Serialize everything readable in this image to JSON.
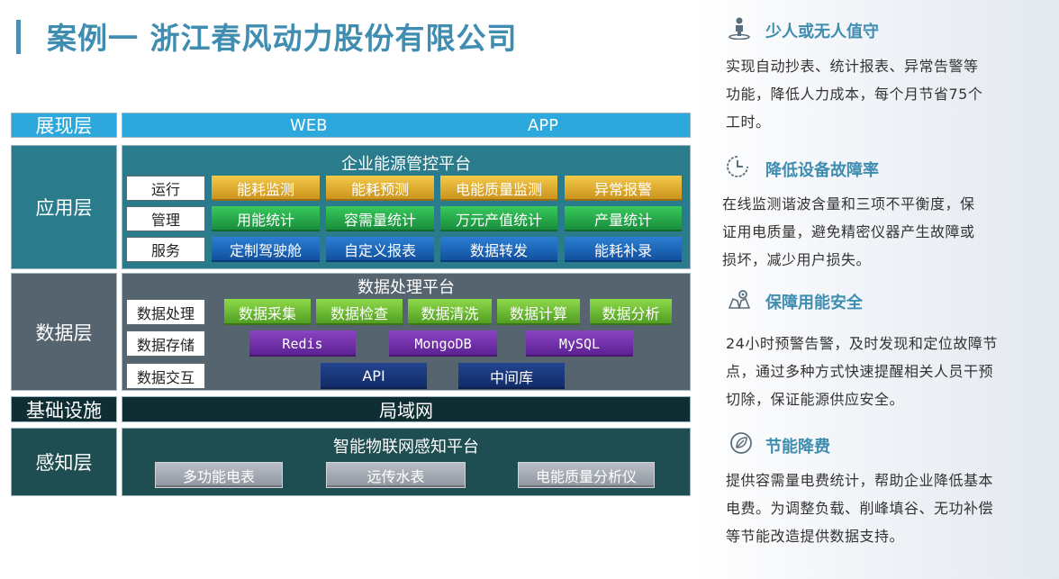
{
  "page": {
    "title": "案例一 浙江春风动力股份有限公司"
  },
  "architecture": {
    "presentation": {
      "label": "展现层",
      "items": [
        "WEB",
        "APP"
      ]
    },
    "application": {
      "label": "应用层",
      "platform": "企业能源管控平台",
      "rows": [
        {
          "label": "运行",
          "buttons": [
            "能耗监测",
            "能耗预测",
            "电能质量监测",
            "异常报警"
          ]
        },
        {
          "label": "管理",
          "buttons": [
            "用能统计",
            "容需量统计",
            "万元产值统计",
            "产量统计"
          ]
        },
        {
          "label": "服务",
          "buttons": [
            "定制驾驶舱",
            "自定义报表",
            "数据转发",
            "能耗补录"
          ]
        }
      ]
    },
    "data": {
      "label": "数据层",
      "platform": "数据处理平台",
      "rows": [
        {
          "label": "数据处理",
          "buttons": [
            "数据采集",
            "数据检查",
            "数据清洗",
            "数据计算",
            "数据分析"
          ]
        },
        {
          "label": "数据存储",
          "buttons": [
            "Redis",
            "MongoDB",
            "MySQL"
          ]
        },
        {
          "label": "数据交互",
          "buttons": [
            "API",
            "中间库"
          ]
        }
      ]
    },
    "infrastructure": {
      "label": "基础设施",
      "network": "局域网"
    },
    "perception": {
      "label": "感知层",
      "platform": "智能物联网感知平台",
      "devices": [
        "多功能电表",
        "远传水表",
        "电能质量分析仪"
      ]
    }
  },
  "features": [
    {
      "icon": "person-pin-icon",
      "title": "少人或无人值守",
      "lines": [
        "实现自动抄表、统计报表、异常告警等",
        "功能，降低人力成本，每个月节省75个",
        "工时。"
      ]
    },
    {
      "icon": "clock-icon",
      "title": "降低设备故障率",
      "lines": [
        "在线监测谐波含量和三项不平衡度，保",
        "证用电质量，避免精密仪器产生故障或",
        "损坏，减少用户损失。"
      ]
    },
    {
      "icon": "map-pin-icon",
      "title": "保障用能安全",
      "lines": [
        "24小时预警告警，及时发现和定位故障节",
        "点，通过多种方式快速提醒相关人员干预",
        "切除，保证能源供应安全。"
      ]
    },
    {
      "icon": "leaf-icon",
      "title": "节能降费",
      "lines": [
        "提供容需量电费统计，帮助企业降低基本",
        "电费。为调整负载、削峰填谷、无功补偿",
        "等节能改造提供数据支持。"
      ]
    }
  ],
  "colors": {
    "accent": "#3f8db0",
    "application_bg": "#2a7c8c",
    "data_bg": "#55646f",
    "infra_bg": "#0f2e33",
    "perception_bg": "#1f4e52",
    "presentation_bg": "#2ca8dc"
  }
}
